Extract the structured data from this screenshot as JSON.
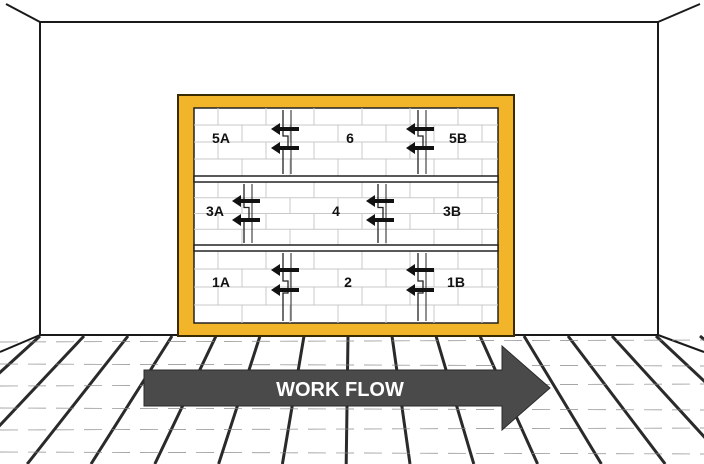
{
  "diagram": {
    "panel_labels": {
      "p5A": "5A",
      "p6": "6",
      "p5B": "5B",
      "p3A": "3A",
      "p4": "4",
      "p3B": "3B",
      "p1A": "1A",
      "p2": "2",
      "p1B": "1B"
    },
    "work_flow_label": "WORK FLOW",
    "colors": {
      "frame": "#F2B52A",
      "frame_edge": "#3a2a00",
      "arrow": "#4a4a4a",
      "brick_line": "#c9c9c9",
      "floor_line": "#2a2a2a"
    }
  }
}
